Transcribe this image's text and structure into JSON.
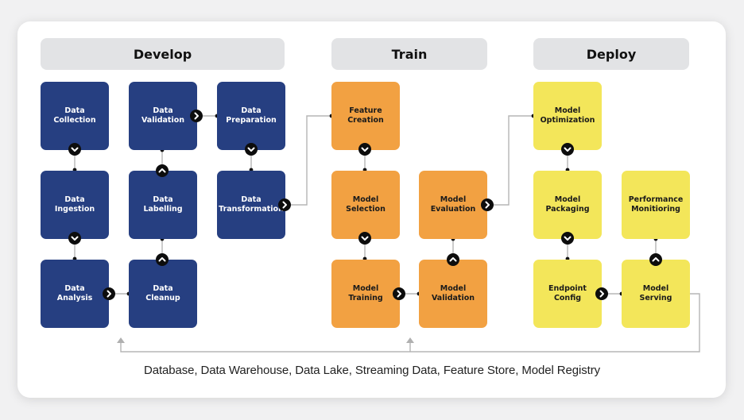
{
  "phases": [
    {
      "label": "Develop"
    },
    {
      "label": "Train"
    },
    {
      "label": "Deploy"
    }
  ],
  "develop": {
    "data_collection": "Data\nCollection",
    "data_validation": "Data\nValidation",
    "data_preparation": "Data\nPreparation",
    "data_ingestion": "Data\nIngestion",
    "data_labelling": "Data\nLabelling",
    "data_transformation": "Data\nTransformation",
    "data_analysis": "Data\nAnalysis",
    "data_cleanup": "Data\nCleanup"
  },
  "train": {
    "feature_creation": "Feature\nCreation",
    "model_selection": "Model\nSelection",
    "model_evaluation": "Model\nEvaluation",
    "model_training": "Model\nTraining",
    "model_validation": "Model\nValidation"
  },
  "deploy": {
    "model_optimization": "Model\nOptimization",
    "model_packaging": "Model\nPackaging",
    "performance_monitoring": "Performance\nMonitioring",
    "endpoint_config": "Endpoint\nConfig",
    "model_serving": "Model\nServing"
  },
  "footer": {
    "storage_text": "Database, Data Warehouse, Data Lake, Streaming Data, Feature Store, Model Registry"
  },
  "colors": {
    "develop": "#263f81",
    "train": "#f2a142",
    "deploy": "#f3e65a",
    "phase_header": "#e2e3e5"
  }
}
